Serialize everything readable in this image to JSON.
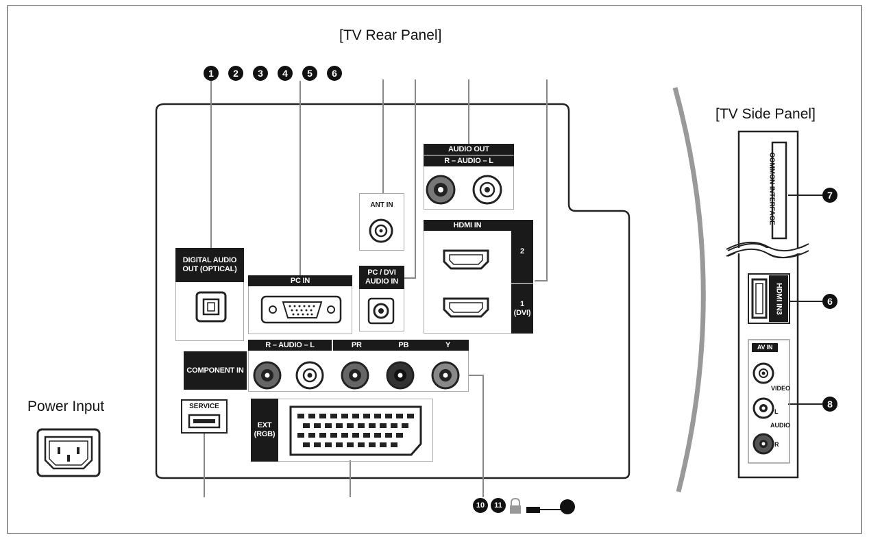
{
  "titles": {
    "rear": "[TV Rear Panel]",
    "side": "[TV Side Panel]",
    "power": "Power Input"
  },
  "callouts": {
    "top": [
      "1",
      "2",
      "3",
      "4",
      "5",
      "6"
    ],
    "side_common": "7",
    "side_hdmi": "6",
    "side_av": "8",
    "bottom_10": "10",
    "bottom_11": "11"
  },
  "rear_labels": {
    "digital_audio_out": "DIGITAL AUDIO OUT (OPTICAL)",
    "pc_in": "PC IN",
    "ant_in": "ANT IN",
    "pc_dvi_audio_in": "PC / DVI AUDIO IN",
    "audio_out": "AUDIO OUT",
    "audio_out_rl": "R – AUDIO – L",
    "hdmi_in": "HDMI IN",
    "hdmi_2": "2",
    "hdmi_1": "1 (DVI)",
    "component_in": "COMPONENT IN",
    "component_audio": "R – AUDIO – L",
    "pr": "PR",
    "pb": "PB",
    "y": "Y",
    "service": "SERVICE",
    "ext_rgb": "EXT (RGB)"
  },
  "side_labels": {
    "common_interface": "COMMON INTERFACE",
    "hdmi_in3": "HDMI IN3",
    "av_in": "AV IN",
    "video": "VIDEO",
    "audio": "AUDIO",
    "l": "L",
    "r": "R"
  }
}
